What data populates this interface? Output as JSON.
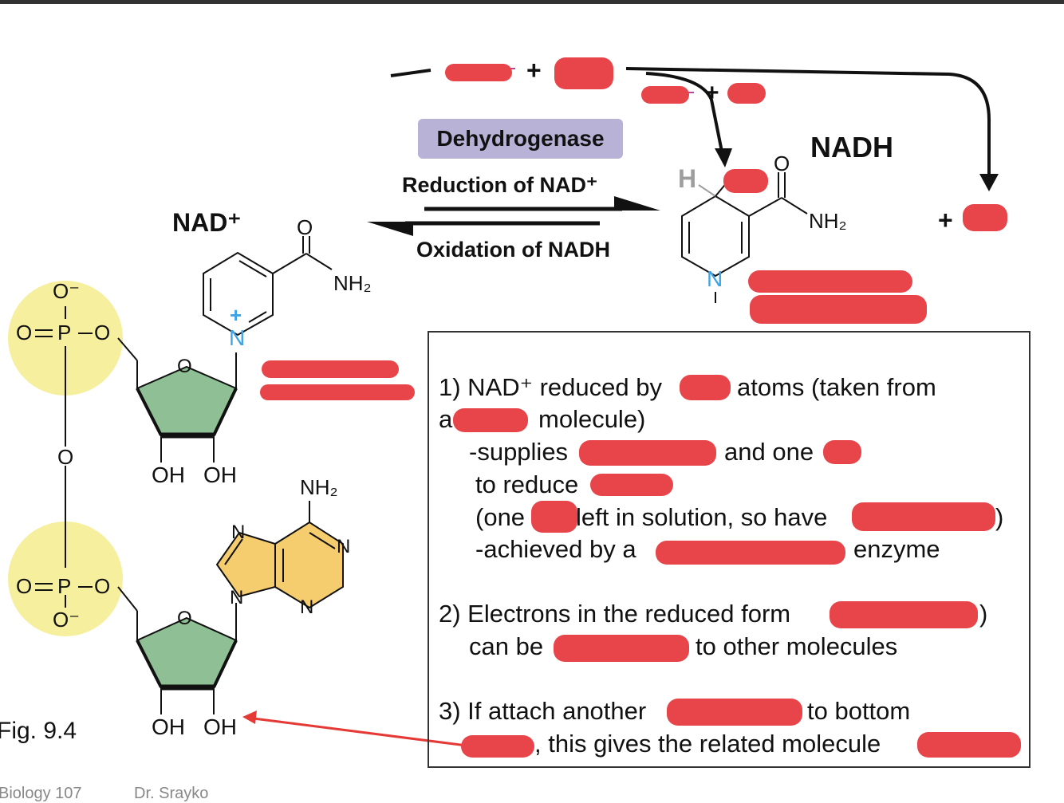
{
  "enzyme_label": "Dehydrogenase",
  "reduction_label": "Reduction of NAD⁺",
  "oxidation_label": "Oxidation of NADH",
  "nad_plus_title": "NAD⁺",
  "nadh_title": "NADH",
  "plus_sign": "+",
  "fig_label": "Fig. 9.4",
  "footer": {
    "course": "Biology 107",
    "instructor": "Dr. Srayko"
  },
  "atoms": {
    "O": "O",
    "NH2": "NH₂",
    "N": "N",
    "N_plus": "N",
    "H": "H",
    "OH": "OH",
    "O_minus": "O⁻",
    "P": "P",
    "charge_plus": "+"
  },
  "notes": {
    "l1": "1) NAD⁺ reduced by",
    "l1b": "atoms (taken from",
    "l2a": "a",
    "l2b": "molecule)",
    "l3a": "-supplies",
    "l3b": "and one",
    "l4": "to reduce",
    "l5a": "(one",
    "l5b": "left in solution, so have",
    "l5c": ")",
    "l6a": "-achieved by a",
    "l6b": "enzyme",
    "l7a": "2) Electrons in the reduced form",
    "l7b": ")",
    "l8a": "can be",
    "l8b": "to other molecules",
    "l9a": "3) If attach another",
    "l9b": "to bottom",
    "l10": ", this gives the related molecule"
  },
  "colors": {
    "redaction": "#e8454a",
    "enzyme_box": "#b8b2d6",
    "ribose": "#8fbf95",
    "adenine": "#f5cc6e",
    "phosphate": "#f6ef9e",
    "nitrogen_blue": "#3ba3e6",
    "arrow_red": "#e53935",
    "hydrogen_gray": "#9e9e9e"
  }
}
